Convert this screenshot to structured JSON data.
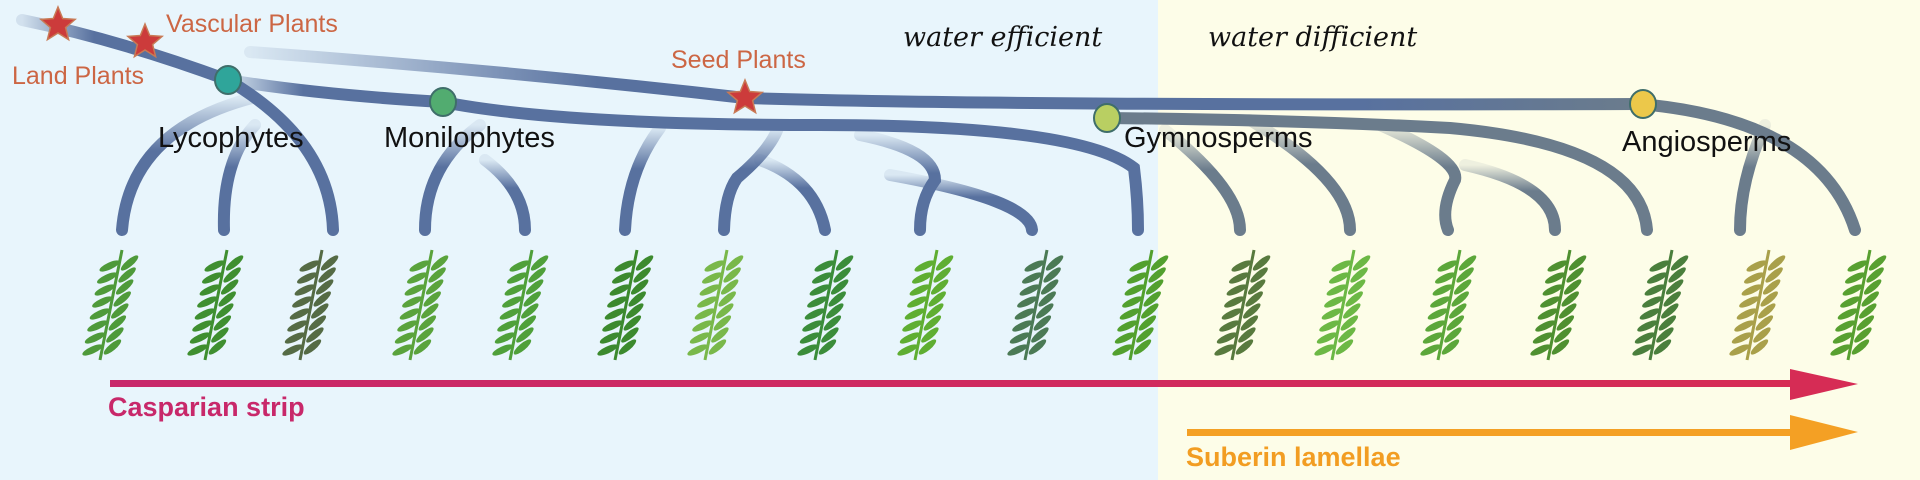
{
  "zones": [
    {
      "label": "water efficient",
      "background": "#e8f5fc"
    },
    {
      "label": "water difficient",
      "background": "#fdfde8"
    }
  ],
  "milestones": [
    {
      "label": "Land Plants",
      "marker": "star-icon",
      "color": "#cc3b3b"
    },
    {
      "label": "Vascular Plants",
      "marker": "star-icon",
      "color": "#cc3b3b"
    },
    {
      "label": "Seed Plants",
      "marker": "star-icon",
      "color": "#cc3b3b"
    }
  ],
  "clades": [
    {
      "label": "Lycophytes",
      "node_color": "#2fa59a"
    },
    {
      "label": "Monilophytes",
      "node_color": "#52ac70"
    },
    {
      "label": "Gymnosperms",
      "node_color": "#b9cf62"
    },
    {
      "label": "Angiosperms",
      "node_color": "#ecc84a"
    }
  ],
  "taxa": [
    {
      "clade": "Lycophytes",
      "icon": "clubmoss-plant-icon"
    },
    {
      "clade": "Lycophytes",
      "icon": "selaginella-plant-icon"
    },
    {
      "clade": "Lycophytes",
      "icon": "isoetes-plant-icon"
    },
    {
      "clade": "Monilophytes",
      "icon": "horsetail-plant-icon"
    },
    {
      "clade": "Monilophytes",
      "icon": "ophioglossum-plant-icon"
    },
    {
      "clade": "Monilophytes",
      "icon": "pinnate-fern-icon"
    },
    {
      "clade": "Monilophytes",
      "icon": "water-clover-fern-icon"
    },
    {
      "clade": "Monilophytes",
      "icon": "lace-fern-icon"
    },
    {
      "clade": "Monilophytes",
      "icon": "maidenhair-fern-icon"
    },
    {
      "clade": "Monilophytes",
      "icon": "serrated-fern-icon"
    },
    {
      "clade": "Monilophytes",
      "icon": "sword-fern-icon"
    },
    {
      "clade": "Gymnosperms",
      "icon": "cycad-plant-icon"
    },
    {
      "clade": "Gymnosperms",
      "icon": "ginkgo-leaf-icon"
    },
    {
      "clade": "Gymnosperms",
      "icon": "sequoia-branch-icon"
    },
    {
      "clade": "Gymnosperms",
      "icon": "podocarp-branch-icon"
    },
    {
      "clade": "Gymnosperms",
      "icon": "pine-branch-icon"
    },
    {
      "clade": "Angiosperms",
      "icon": "rice-plant-icon"
    },
    {
      "clade": "Angiosperms",
      "icon": "arabidopsis-plant-icon"
    }
  ],
  "traits": [
    {
      "label": "Casparian strip",
      "color": "#c8286a",
      "arrow_color": "#d62c55"
    },
    {
      "label": "Suberin lamellae",
      "color": "#f29d22",
      "arrow_color": "#f4a024"
    }
  ],
  "colors": {
    "branch_left": "#58719f",
    "branch_right": "#6b7c8c"
  }
}
